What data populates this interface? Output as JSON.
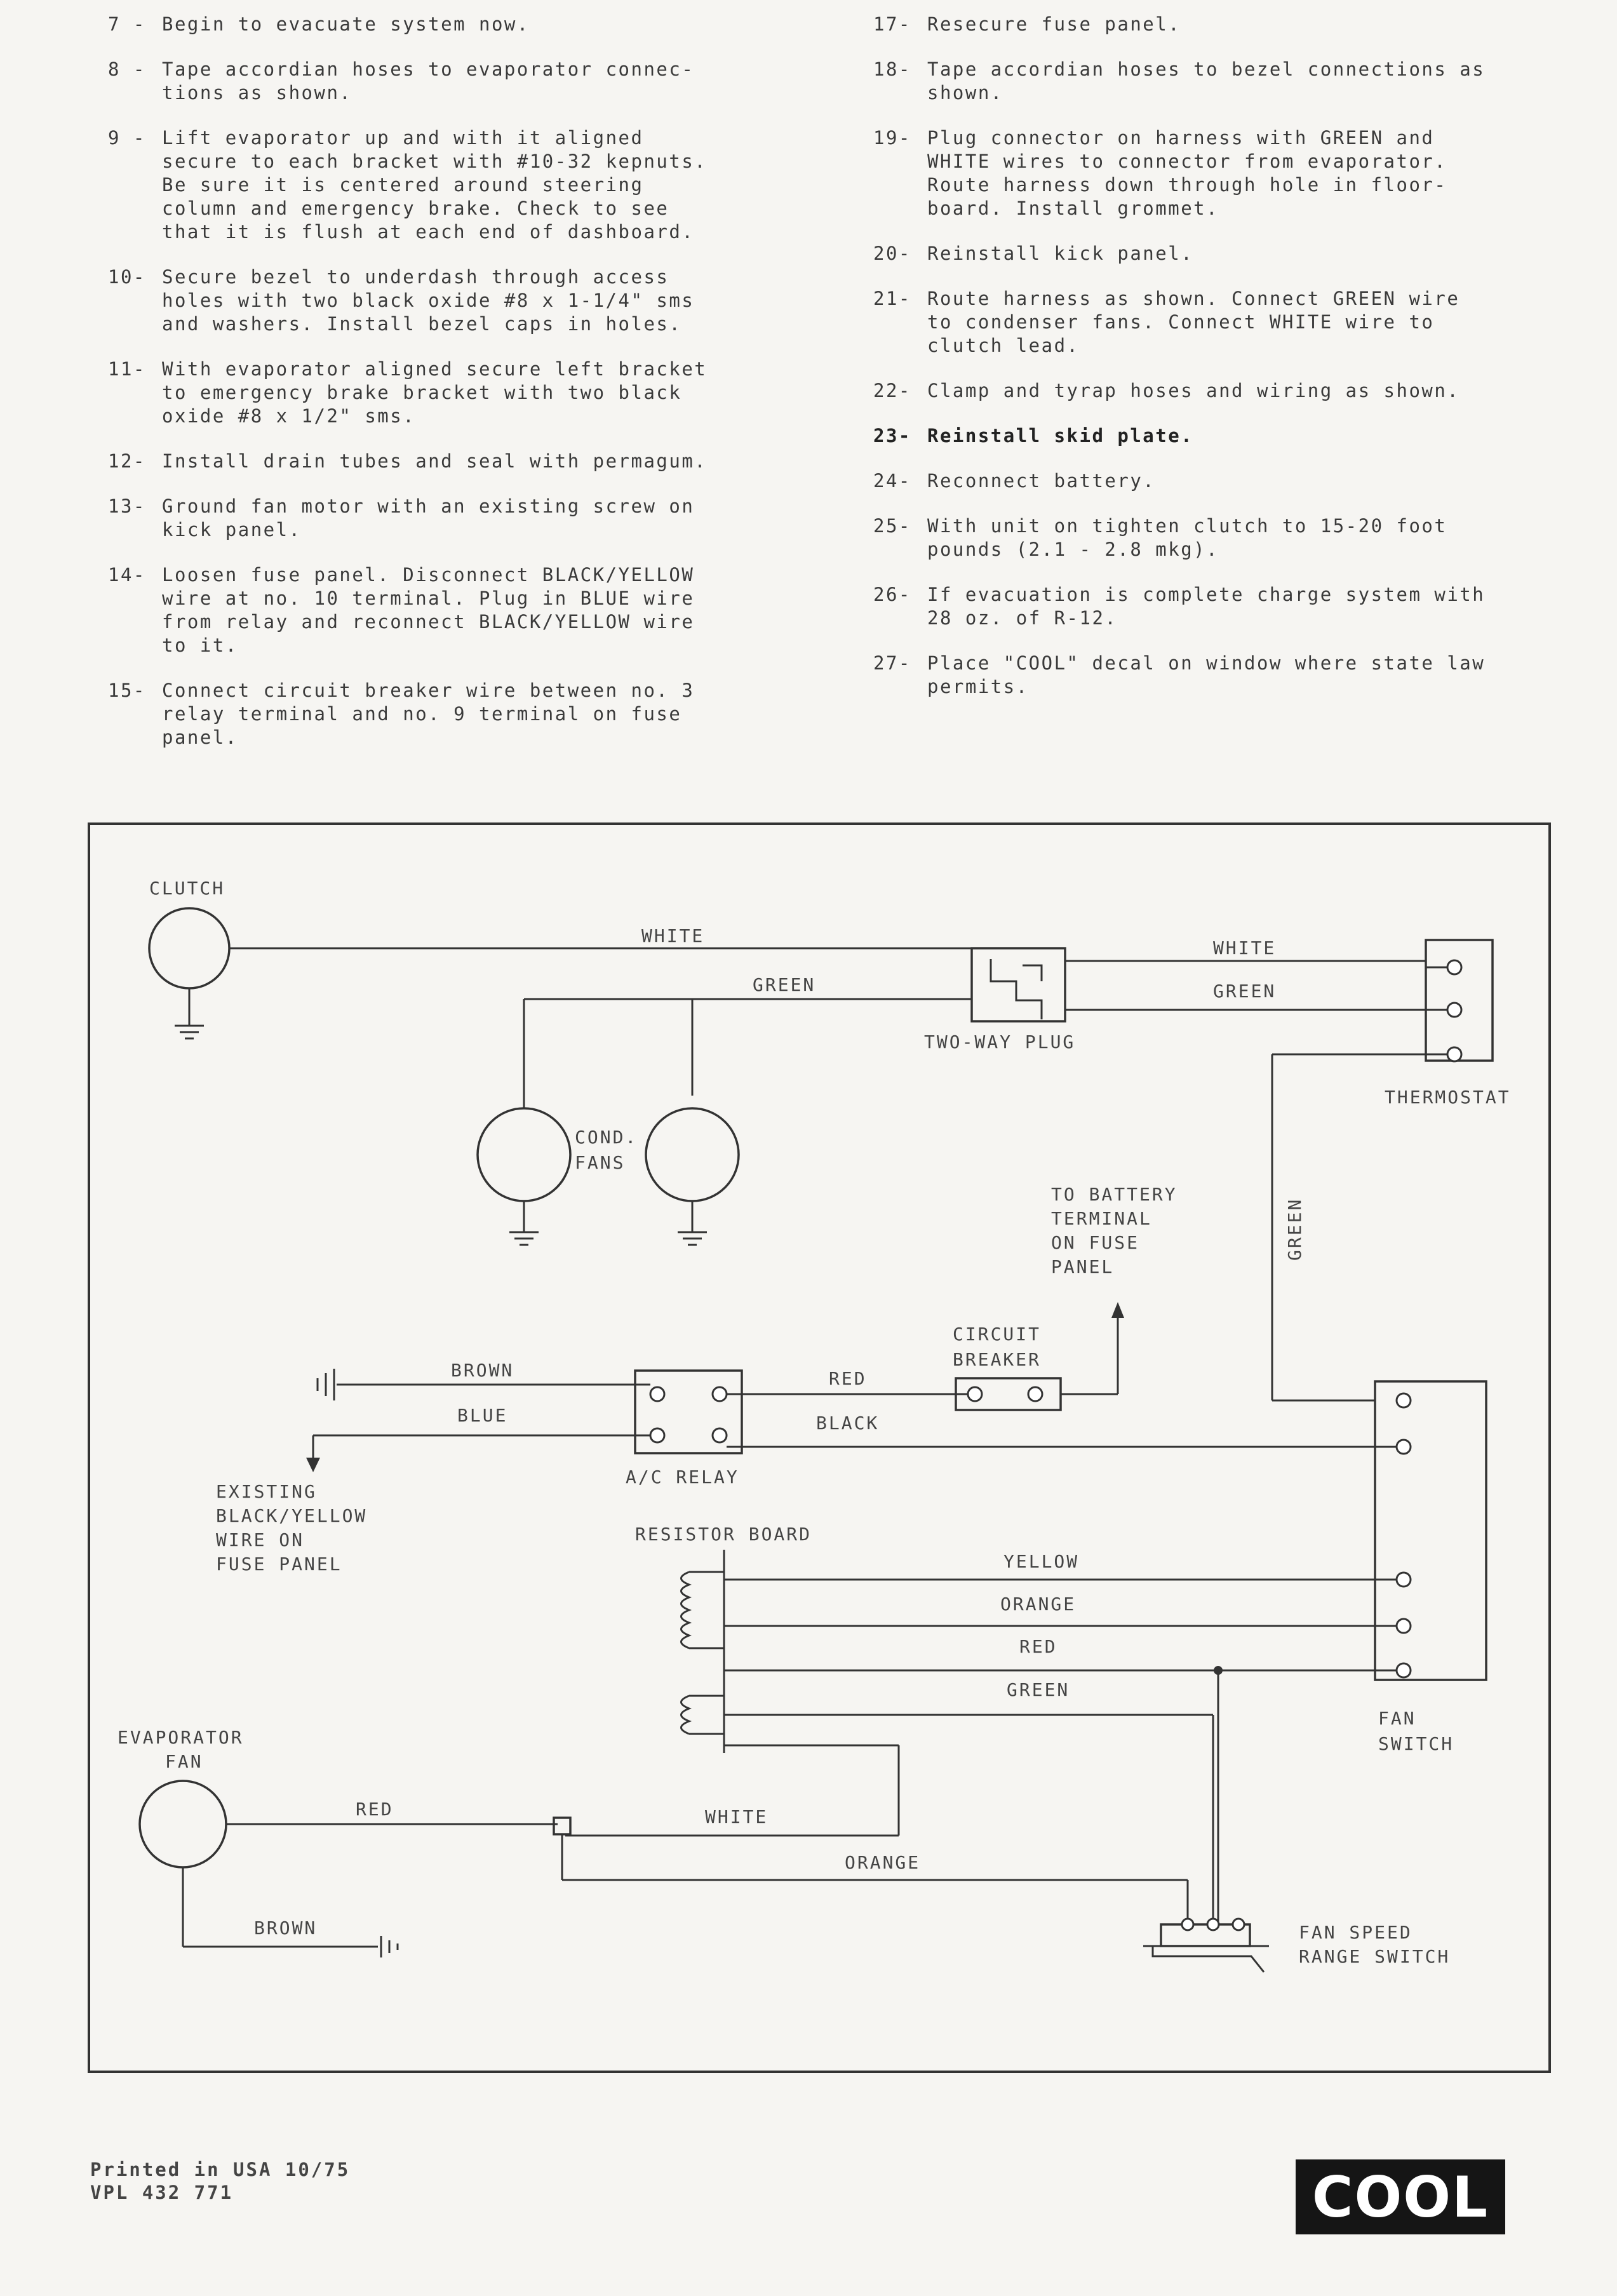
{
  "steps_left": [
    {
      "num": "7 -",
      "text": "Begin to evacuate system now."
    },
    {
      "num": "8 -",
      "text": "Tape accordian hoses to evaporator connec-\ntions as shown."
    },
    {
      "num": "9 -",
      "text": "Lift evaporator up and with it aligned\nsecure to each bracket with #10-32 kepnuts.\nBe sure it is centered around steering\ncolumn and emergency brake.  Check to see\nthat it is flush at each end of dashboard."
    },
    {
      "num": "10-",
      "text": "Secure bezel to underdash through access\nholes with two black oxide #8 x 1-1/4\" sms\nand washers.  Install bezel caps in holes."
    },
    {
      "num": "11-",
      "text": "With evaporator aligned secure left bracket\nto emergency brake bracket with two black\noxide #8 x 1/2\" sms."
    },
    {
      "num": "12-",
      "text": "Install drain tubes and seal with permagum."
    },
    {
      "num": "13-",
      "text": "Ground fan motor with an existing screw on\nkick panel."
    },
    {
      "num": "14-",
      "text": "Loosen fuse panel.  Disconnect BLACK/YELLOW\nwire at no. 10 terminal.  Plug in BLUE wire\nfrom relay and reconnect BLACK/YELLOW wire\nto it."
    },
    {
      "num": "15-",
      "text": "Connect circuit breaker wire between no. 3\nrelay terminal and no. 9 terminal on fuse\npanel."
    }
  ],
  "steps_right": [
    {
      "num": "17-",
      "text": "Resecure fuse panel."
    },
    {
      "num": "18-",
      "text": "Tape accordian hoses to bezel connections as\nshown."
    },
    {
      "num": "19-",
      "text": "Plug connector on harness with GREEN and\nWHITE wires to connector from evaporator.\nRoute harness down through hole in floor-\nboard.  Install grommet."
    },
    {
      "num": "20-",
      "text": "Reinstall kick panel."
    },
    {
      "num": "21-",
      "text": "Route harness as shown.  Connect GREEN wire\nto condenser fans.  Connect WHITE wire to\nclutch lead."
    },
    {
      "num": "22-",
      "text": "Clamp and tyrap hoses and wiring as shown."
    },
    {
      "num": "23-",
      "text": "Reinstall skid plate."
    },
    {
      "num": "24-",
      "text": "Reconnect battery."
    },
    {
      "num": "25-",
      "text": "With unit on tighten clutch to 15-20 foot\npounds (2.1 - 2.8 mkg)."
    },
    {
      "num": "26-",
      "text": "If evacuation is complete charge system with\n28 oz. of R-12."
    },
    {
      "num": "27-",
      "text": "Place \"COOL\" decal on window where state law\npermits."
    }
  ],
  "diagram": {
    "clutch": "CLUTCH",
    "white": "WHITE",
    "green": "GREEN",
    "two_way_plug": "TWO-WAY PLUG",
    "thermostat": "THERMOSTAT",
    "cond_fans_1": "COND.",
    "cond_fans_2": "FANS",
    "battery_1": "TO BATTERY",
    "battery_2": "TERMINAL",
    "battery_3": "ON FUSE",
    "battery_4": "PANEL",
    "circuit_1": "CIRCUIT",
    "circuit_2": "BREAKER",
    "brown": "BROWN",
    "blue": "BLUE",
    "red": "RED",
    "black": "BLACK",
    "ac_relay": "A/C RELAY",
    "existing_1": "EXISTING",
    "existing_2": "BLACK/YELLOW",
    "existing_3": "WIRE ON",
    "existing_4": "FUSE PANEL",
    "resistor_board": "RESISTOR BOARD",
    "yellow": "YELLOW",
    "orange": "ORANGE",
    "evap_1": "EVAPORATOR",
    "evap_2": "FAN",
    "fan_switch_1": "FAN",
    "fan_switch_2": "SWITCH",
    "speed_1": "FAN SPEED",
    "speed_2": "RANGE SWITCH"
  },
  "footer": {
    "line1": "Printed in USA 10/75",
    "line2": "VPL 432 771"
  },
  "logo": "COOL"
}
